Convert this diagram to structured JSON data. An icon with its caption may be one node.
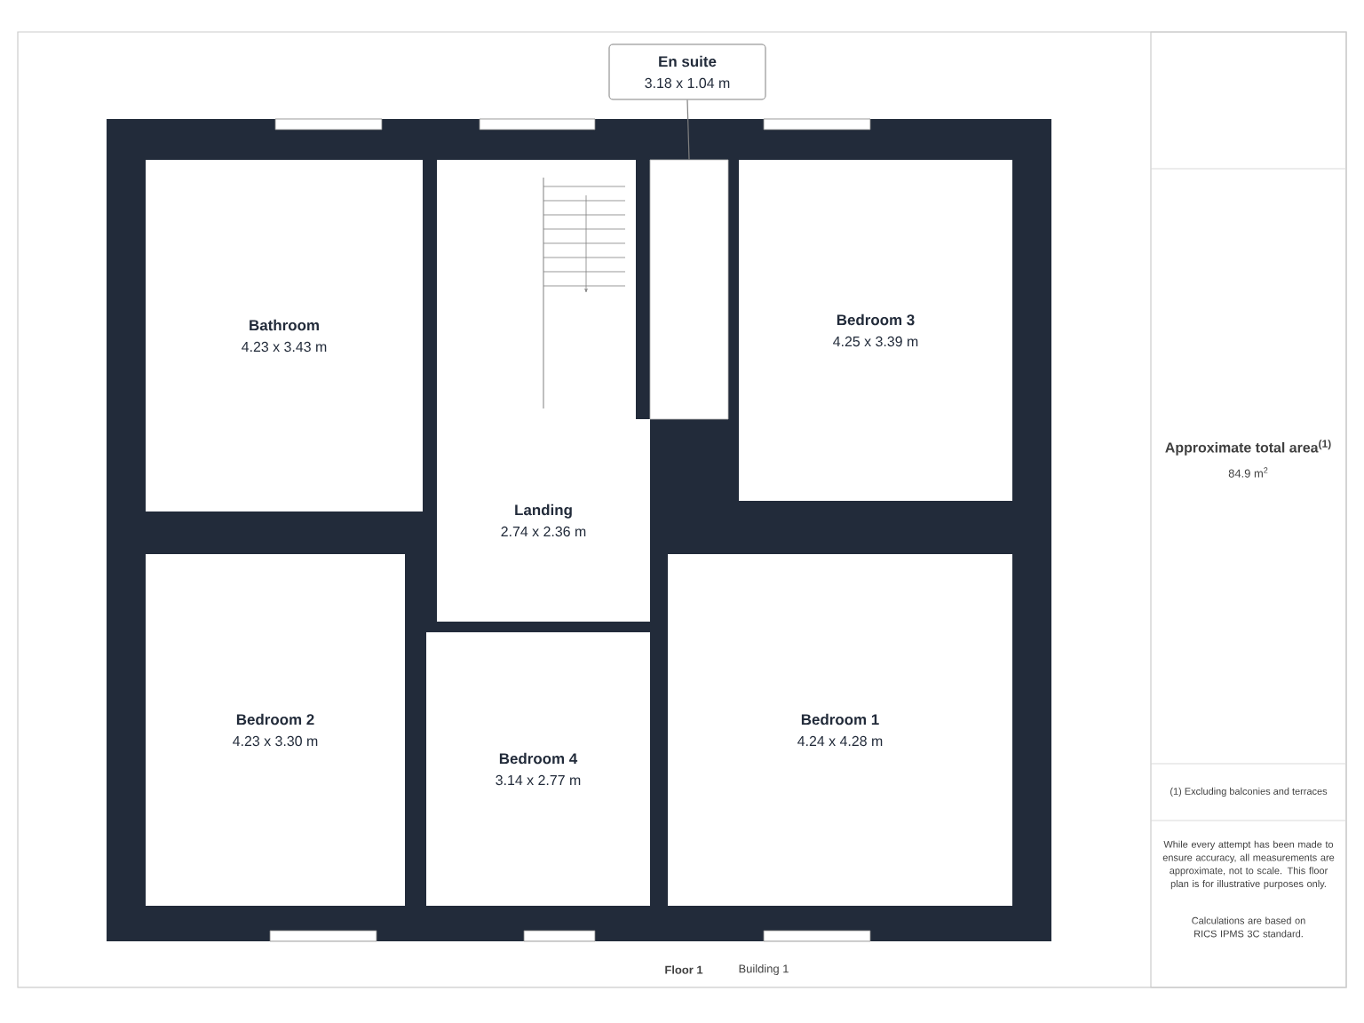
{
  "diagram": {
    "nodes": [
      {
        "text": [
          "En suite",
          "3.18 x 1.04 m"
        ]
      },
      {
        "text": [
          "Bathroom",
          "4.23 x 3.43 m"
        ]
      },
      {
        "text": [],
        "shape": "box"
      },
      {
        "text": [
          "Bedroom 3",
          "4.25 x 3.39 m"
        ]
      },
      {
        "text": [
          "Landing",
          "2.74 x 2.36 m"
        ]
      },
      {
        "text": [
          "Bedroom 2",
          "4.23 x 3.30 m"
        ]
      },
      {
        "text": [
          "Bedroom 4",
          "3.14 x 2.77 m"
        ]
      },
      {
        "text": [
          "Bedroom 1",
          "4.24 x 4.28 m"
        ]
      }
    ],
    "edges": [
      {
        "from": 0,
        "to": 2,
        "arrow": "none"
      }
    ],
    "labels": [
      "Approximate total area$^{(1)}$",
      "84.9 m$^{2}$",
      "(1) Excluding balconies and terraces",
      "While every attempt has been made to ensure accuracy, all measurements are approximate, not to scale. This floor plan is for illustrative purposes only.",
      "Calculations are based on RICS IPMS 3C standard.",
      "Floor 1",
      "Building 1"
    ]
  }
}
